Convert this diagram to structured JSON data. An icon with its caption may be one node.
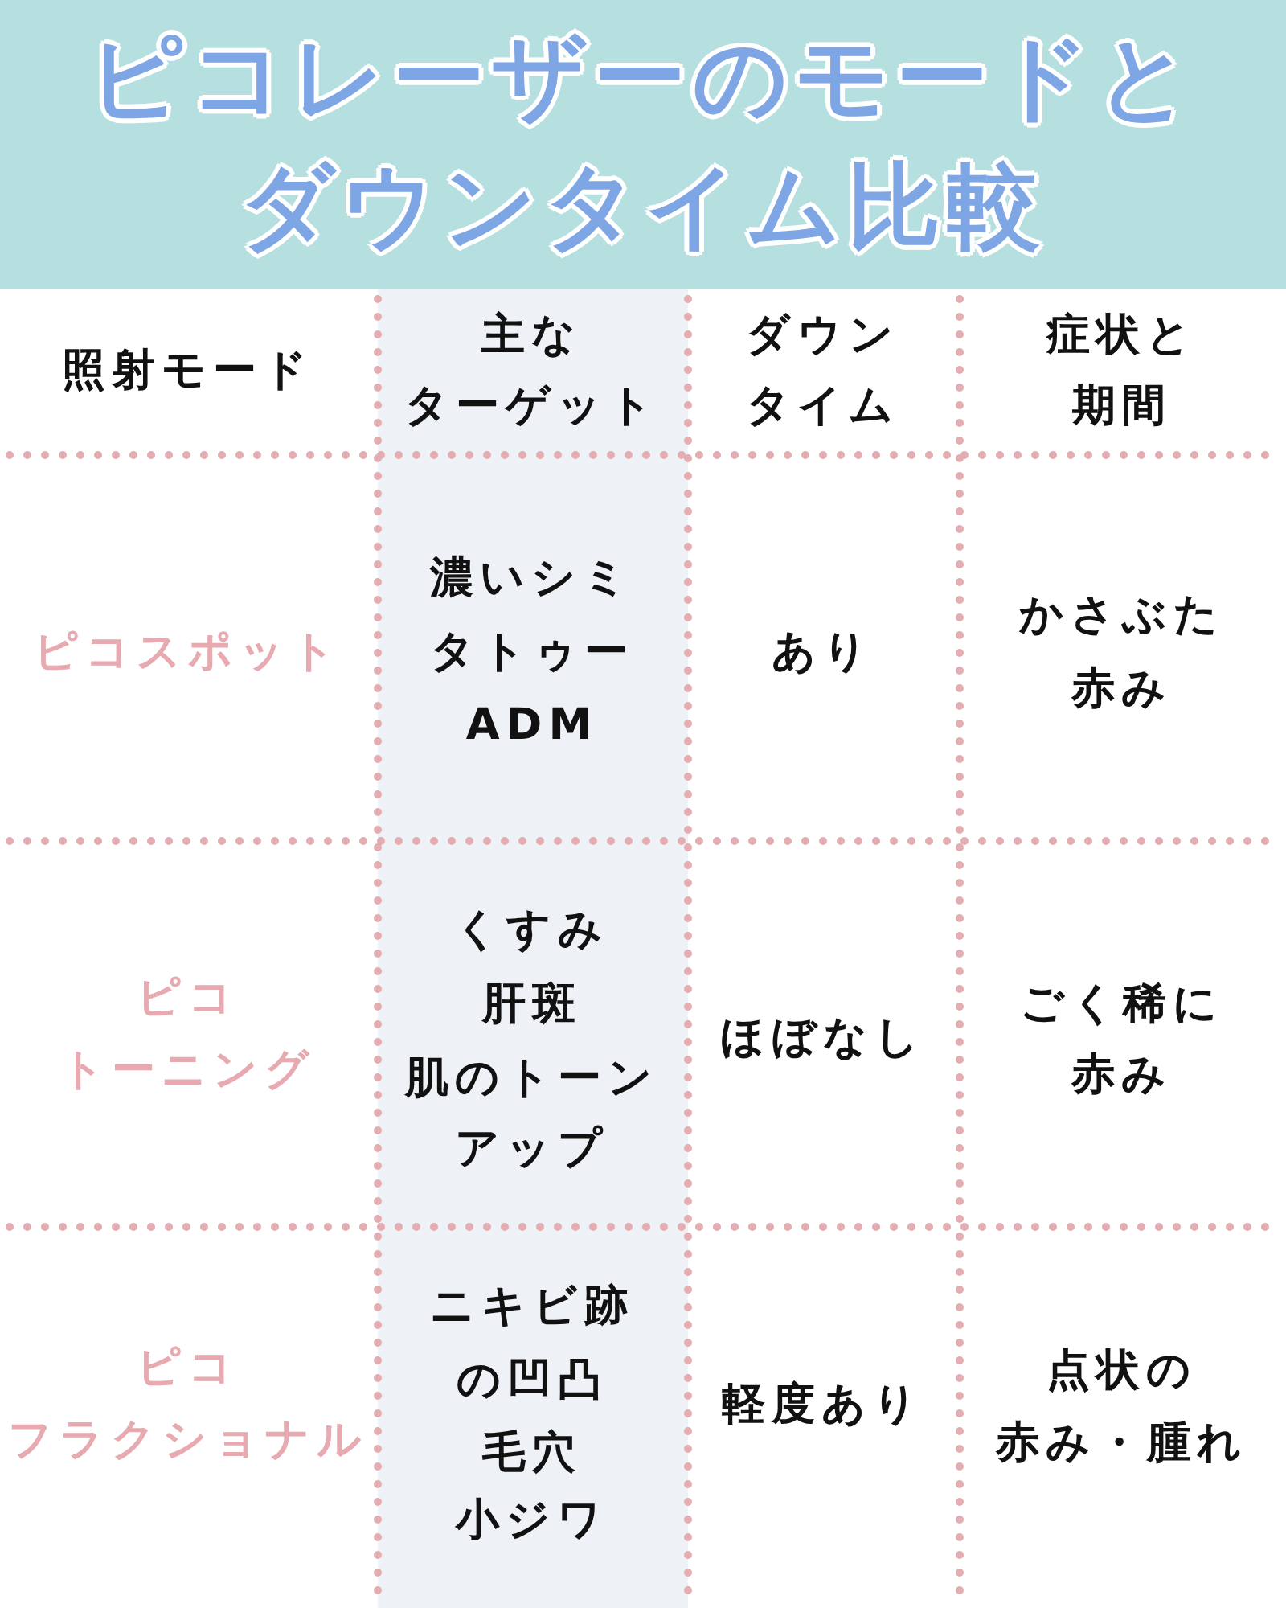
{
  "diagram": {
    "title": "ピコレーザーのモードとダウンタイム比較",
    "labels": [
      "照射モード",
      "主な",
      "ターゲット",
      "ダウン",
      "タイム",
      "症状と",
      "期間",
      "ピコスポット",
      "濃いシミ",
      "タトゥー",
      "ADM",
      "あり",
      "かさぶた",
      "赤み",
      "ピコ",
      "トーニング",
      "くすみ",
      "肝斑",
      "肌のトーン",
      "アップ",
      "ほぼなし",
      "ごく稀に",
      "赤み",
      "ピコ",
      "フラクショナル",
      "ニキビ跡",
      "の凹凸",
      "毛穴",
      "小ジワ",
      "軽度あり",
      "点状の",
      "赤み・腫れ"
    ]
  }
}
